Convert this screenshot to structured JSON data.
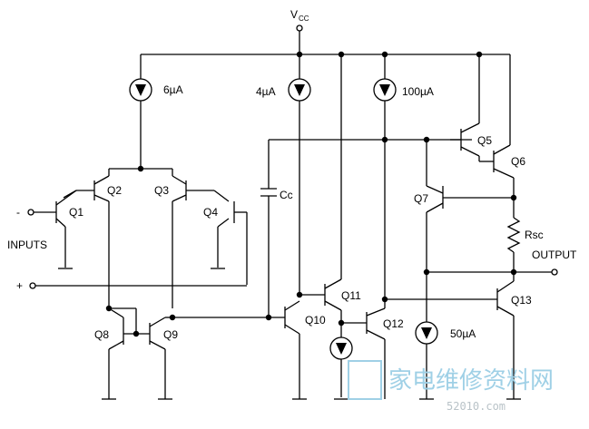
{
  "labels": {
    "vcc_v": "V",
    "vcc_sub": "CC",
    "i1": "6µA",
    "i2": "4µA",
    "i3": "100µA",
    "i4": "50µA",
    "q1": "Q1",
    "q2": "Q2",
    "q3": "Q3",
    "q4": "Q4",
    "q5": "Q5",
    "q6": "Q6",
    "q7": "Q7",
    "q8": "Q8",
    "q9": "Q9",
    "q10": "Q10",
    "q11": "Q11",
    "q12": "Q12",
    "q13": "Q13",
    "cc": "Cc",
    "rsc": "Rsc",
    "output": "OUTPUT",
    "inputs": "INPUTS",
    "minus": "-",
    "plus": "+"
  },
  "watermark": {
    "text": "家电维修资料网",
    "url": "52010.com"
  },
  "colors": {
    "line": "#000000",
    "watermark": "#9fd0e6"
  }
}
